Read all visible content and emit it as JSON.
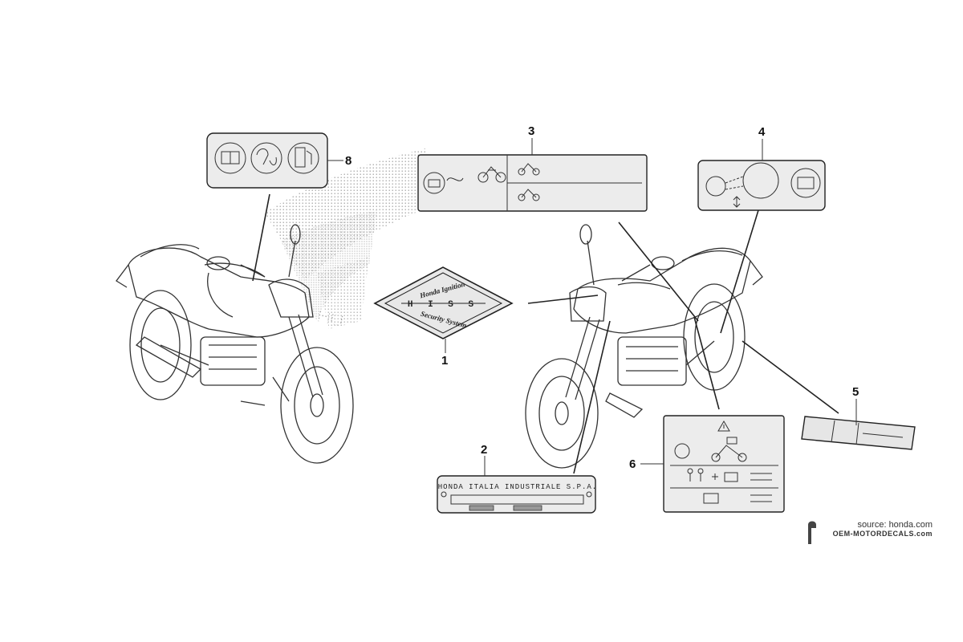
{
  "callouts": {
    "c1": "1",
    "c2": "2",
    "c3": "3",
    "c4": "4",
    "c5": "5",
    "c6": "6",
    "c8": "8"
  },
  "labels": {
    "hiss_line1": "Honda Ignition",
    "hiss_center": "H I S S",
    "hiss_line2": "Security System",
    "plate_text": "HONDA ITALIA INDUSTRIALE S.P.A."
  },
  "watermark": {
    "source": "source: honda.com",
    "site": "OEM-MOTORDECALS.com"
  }
}
